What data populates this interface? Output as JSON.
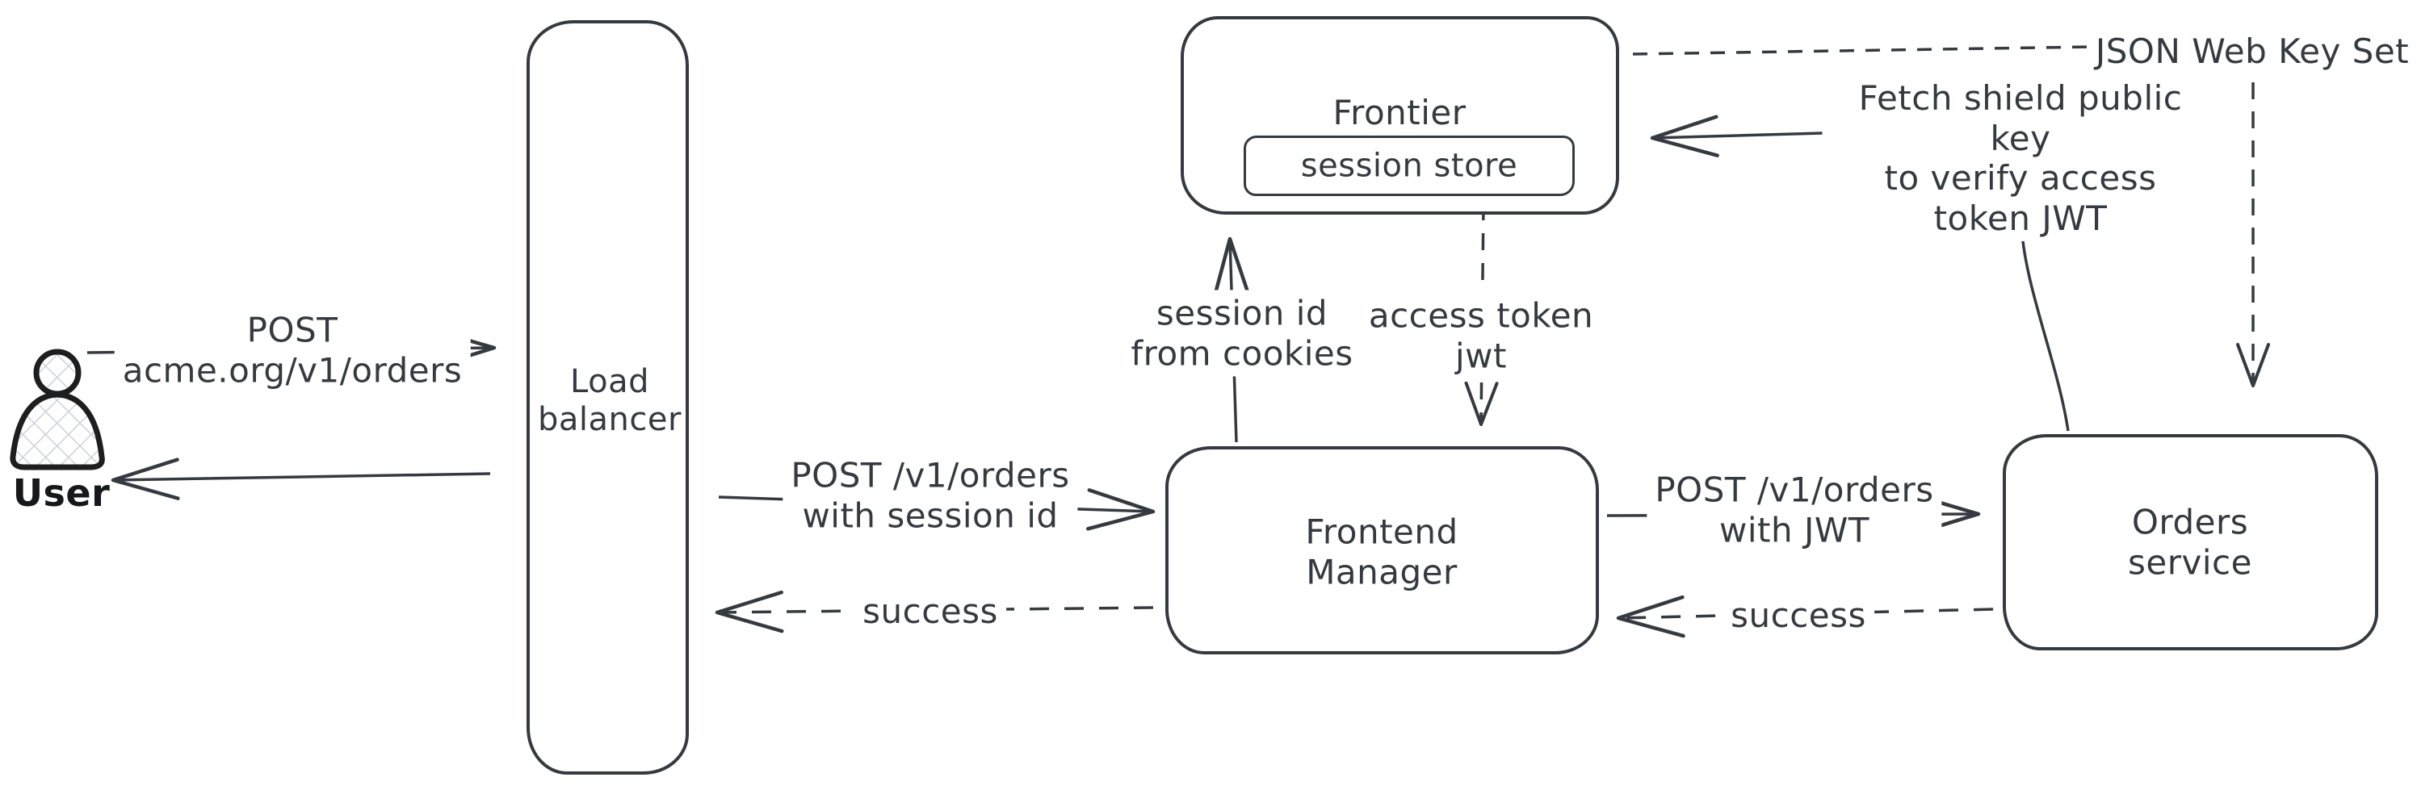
{
  "diagram": {
    "type": "architecture-sequence-sketch",
    "colors": {
      "stroke": "#343a40",
      "figure_stroke": "#1e1e1e",
      "hatch_fill": "#c9d3da",
      "background": "#ffffff"
    },
    "nodes": {
      "user": {
        "label": "User",
        "icon": "person-figure"
      },
      "load_balancer": {
        "label": "Load\nbalancer"
      },
      "frontier": {
        "label": "Frontier"
      },
      "session_store": {
        "label": "session store"
      },
      "frontend_manager": {
        "label": "Frontend\nManager"
      },
      "orders_service": {
        "label": "Orders service"
      }
    },
    "edges": {
      "user_to_lb": {
        "from": "user",
        "to": "load_balancer",
        "style": "solid",
        "label": "POST\nacme.org/v1/orders"
      },
      "lb_to_user": {
        "from": "load_balancer",
        "to": "user",
        "style": "solid",
        "label": ""
      },
      "lb_to_fm": {
        "from": "load_balancer",
        "to": "frontend_manager",
        "style": "solid",
        "label": "POST /v1/orders\nwith session id"
      },
      "fm_to_lb": {
        "from": "frontend_manager",
        "to": "load_balancer",
        "style": "dashed",
        "label": "success"
      },
      "fm_to_frontier": {
        "from": "frontend_manager",
        "to": "frontier",
        "style": "solid",
        "label": "session id\nfrom cookies"
      },
      "frontier_to_fm": {
        "from": "frontier",
        "to": "frontend_manager",
        "style": "dashed",
        "label": "access token\njwt"
      },
      "fm_to_orders": {
        "from": "frontend_manager",
        "to": "orders_service",
        "style": "solid",
        "label": "POST /v1/orders\nwith JWT"
      },
      "orders_to_fm": {
        "from": "orders_service",
        "to": "frontend_manager",
        "style": "dashed",
        "label": "success"
      },
      "orders_to_frontier": {
        "from": "orders_service",
        "to": "frontier",
        "style": "solid",
        "label": "Fetch shield public key\nto verify access\ntoken JWT"
      },
      "frontier_to_jwks": {
        "from": "frontier",
        "to": "jwks",
        "style": "dashed",
        "label": "JSON Web Key Set"
      },
      "jwks_to_orders": {
        "from": "jwks",
        "to": "orders_service",
        "style": "dashed",
        "label": ""
      }
    }
  }
}
